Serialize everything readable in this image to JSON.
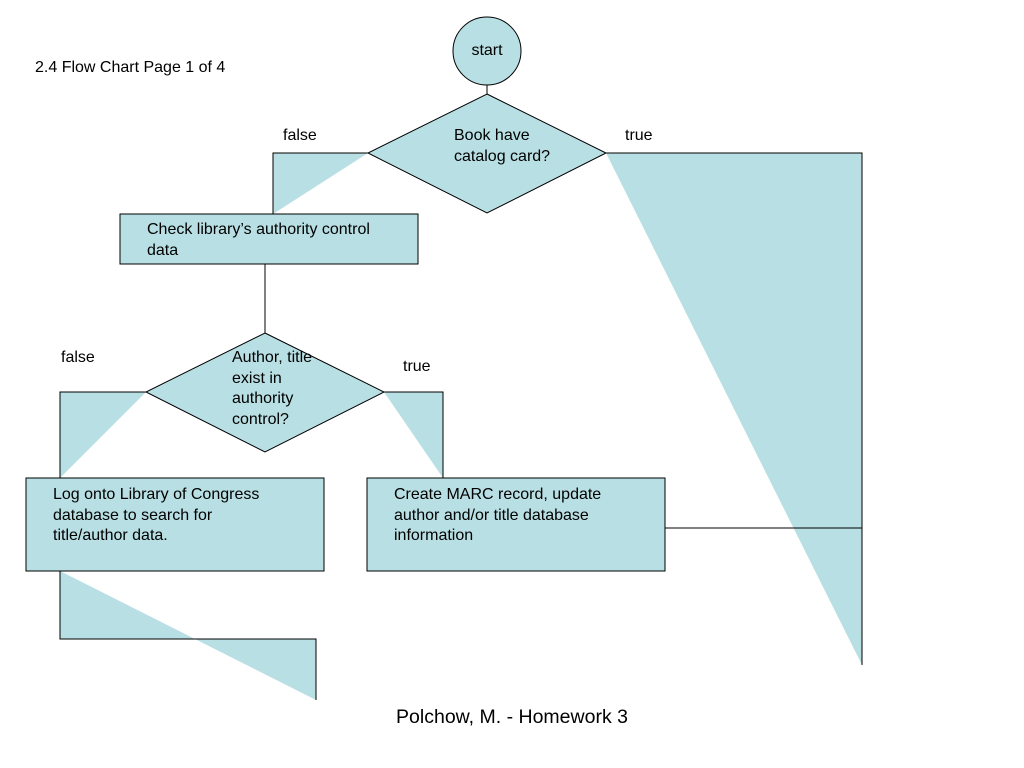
{
  "page_label": "2.4 Flow Chart Page 1 of 4",
  "footer": "Polchow, M. - Homework 3",
  "colors": {
    "shape_fill": "#b8dfe3",
    "line": "#000000"
  },
  "nodes": {
    "start": {
      "text": "start",
      "shape": "circle"
    },
    "decision_catalog": {
      "line1": "Book have",
      "line2": "catalog card?",
      "shape": "diamond"
    },
    "check_authority": {
      "line1": "Check library’s authority control",
      "line2": "data",
      "shape": "rectangle"
    },
    "decision_authority": {
      "line1": "Author, title",
      "line2": "exist in",
      "line3": "authority",
      "line4": "control?",
      "shape": "diamond"
    },
    "log_onto_loc": {
      "line1": "Log onto Library of Congress",
      "line2": "database to search for",
      "line3": "title/author data.",
      "shape": "rectangle"
    },
    "create_marc": {
      "line1": "Create MARC record, update",
      "line2": "author and/or title database",
      "line3": "information",
      "shape": "rectangle"
    }
  },
  "edge_labels": {
    "catalog_false": "false",
    "catalog_true": "true",
    "authority_false": "false",
    "authority_true": "true"
  }
}
